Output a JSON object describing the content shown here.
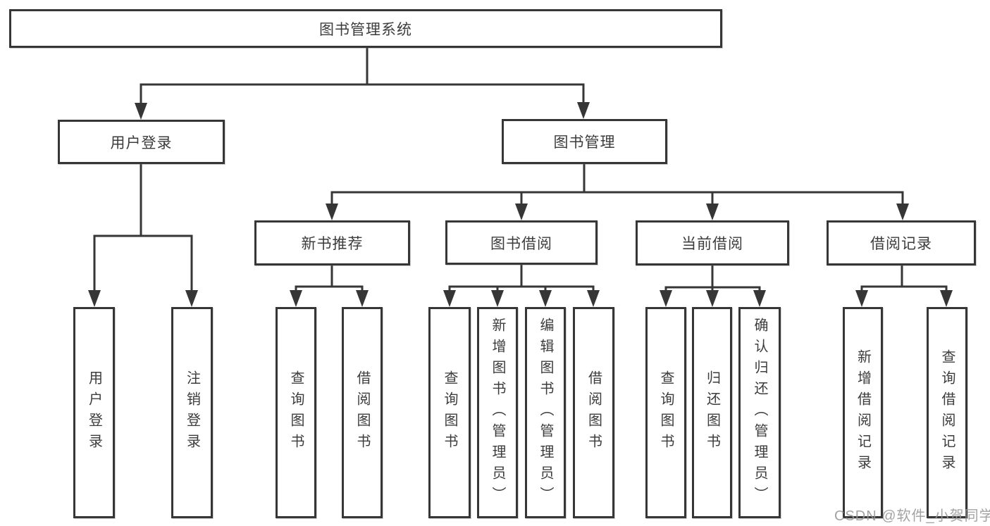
{
  "diagram": {
    "root": {
      "label": "图书管理系统"
    },
    "branches": [
      {
        "label": "用户登录",
        "children": [
          {
            "label": "用户登录"
          },
          {
            "label": "注销登录"
          }
        ]
      },
      {
        "label": "图书管理",
        "children": [
          {
            "label": "新书推荐",
            "children": [
              {
                "label": "查询图书"
              },
              {
                "label": "借阅图书"
              }
            ]
          },
          {
            "label": "图书借阅",
            "children": [
              {
                "label": "查询图书"
              },
              {
                "label": "新增图书（管理员）"
              },
              {
                "label": "编辑图书（管理员）"
              },
              {
                "label": "借阅图书"
              }
            ]
          },
          {
            "label": "当前借阅",
            "children": [
              {
                "label": "查询图书"
              },
              {
                "label": "归还图书"
              },
              {
                "label": "确认归还（管理员）"
              }
            ]
          },
          {
            "label": "借阅记录",
            "children": [
              {
                "label": "新增借阅记录"
              },
              {
                "label": "查询借阅记录"
              }
            ]
          }
        ]
      }
    ]
  },
  "watermark": {
    "text": "CSDN @软件_小贺同学"
  },
  "colors": {
    "line": "#363636",
    "text": "#3c3c3c",
    "box_background": "#ffffff",
    "watermark": "#9a9a9a",
    "background": "#ffffff"
  }
}
